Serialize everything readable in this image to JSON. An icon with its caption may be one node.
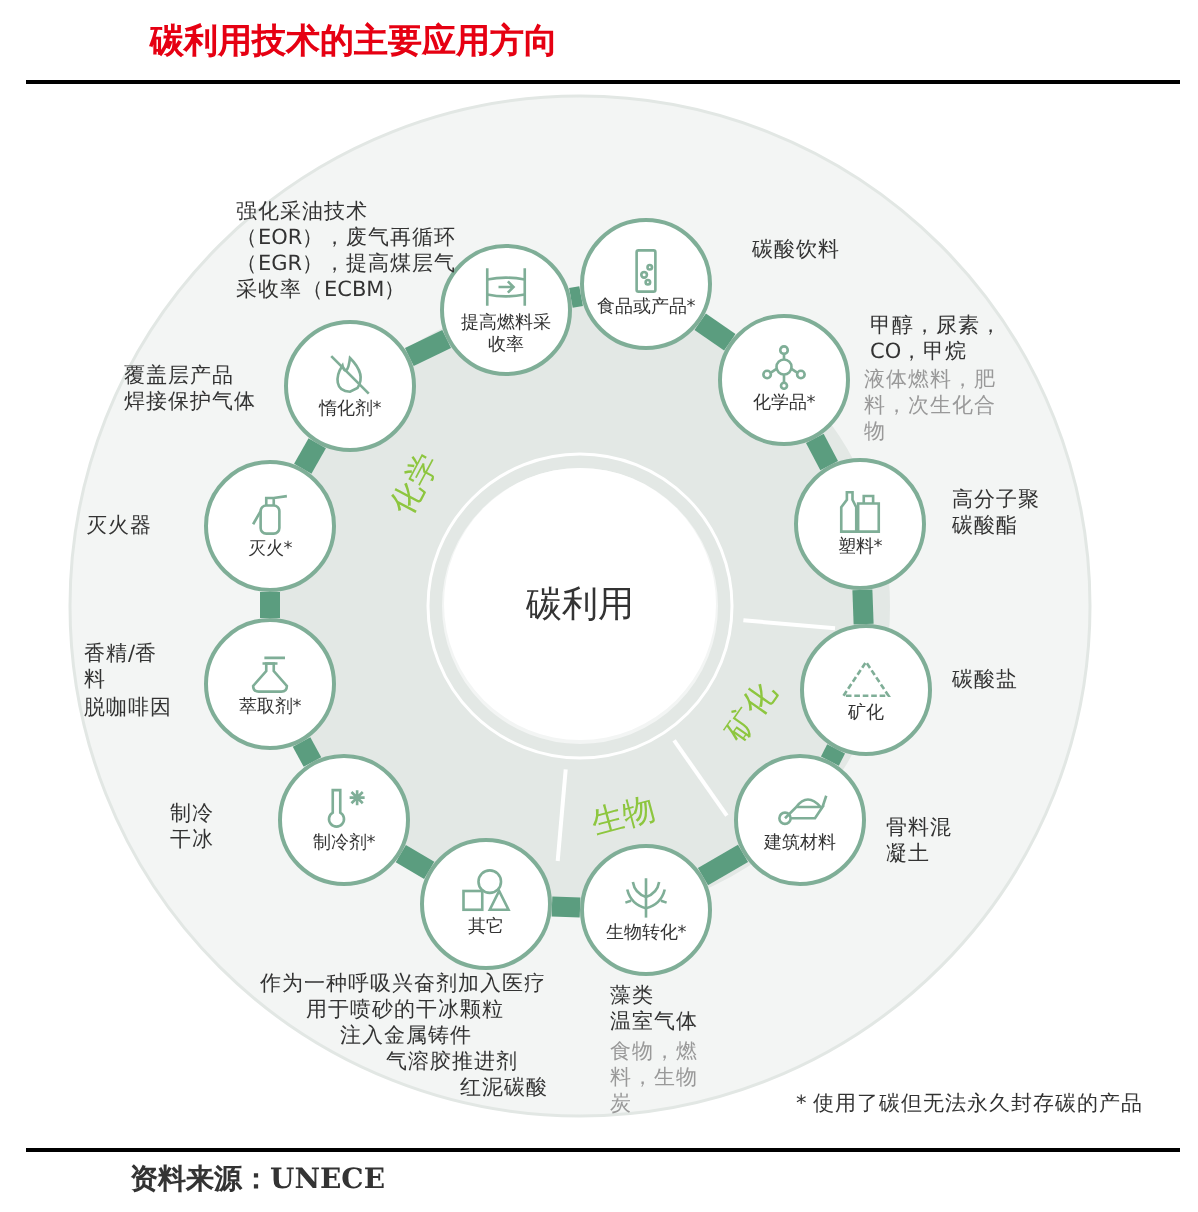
{
  "diagram": {
    "title": "碳利用技术的主要应用方向",
    "caption": "资料来源：UNECE",
    "nodes": [
      {
        "text": [
          "碳利用"
        ]
      },
      {
        "text": [
          "提高燃料采收率"
        ],
        "beside": [
          "强化采油技术（EOR），废气再循环（EGR），提高煤层气采收率（ECBM）"
        ]
      },
      {
        "text": [
          "食品或产品*"
        ],
        "beside": [
          "碳酸饮料"
        ]
      },
      {
        "text": [
          "化学品*"
        ],
        "beside": [
          "甲醇，尿素，CO，甲烷",
          "液体燃料，肥料，次生化合物"
        ]
      },
      {
        "text": [
          "塑料*"
        ],
        "beside": [
          "高分子聚碳酸酯"
        ]
      },
      {
        "text": [
          "矿化"
        ],
        "beside": [
          "碳酸盐"
        ]
      },
      {
        "text": [
          "建筑材料"
        ],
        "beside": [
          "骨料混凝土"
        ]
      },
      {
        "text": [
          "生物转化*"
        ],
        "beside": [
          "藻类",
          "温室气体",
          "食物，燃料，生物炭"
        ]
      },
      {
        "text": [
          "其它"
        ],
        "beside": [
          "作为一种呼吸兴奋剂加入医疗",
          "用于喷砂的干冰颗粒",
          "注入金属铸件",
          "气溶胶推进剂",
          "红泥碳酸"
        ]
      },
      {
        "text": [
          "制冷剂*"
        ],
        "beside": [
          "制冷",
          "干冰"
        ]
      },
      {
        "text": [
          "萃取剂*"
        ],
        "beside": [
          "香精/香料",
          "脱咖啡因"
        ]
      },
      {
        "text": [
          "灭火*"
        ],
        "beside": [
          "灭火器"
        ]
      },
      {
        "text": [
          "惰化剂*"
        ],
        "beside": [
          "覆盖层产品",
          "焊接保护气体"
        ]
      }
    ],
    "edges": [
      {
        "from": 1,
        "to": 2,
        "arrow": "none"
      },
      {
        "from": 2,
        "to": 3,
        "arrow": "none"
      },
      {
        "from": 3,
        "to": 4,
        "arrow": "none"
      },
      {
        "from": 4,
        "to": 5,
        "arrow": "none"
      },
      {
        "from": 5,
        "to": 6,
        "arrow": "none"
      },
      {
        "from": 6,
        "to": 7,
        "arrow": "none"
      },
      {
        "from": 7,
        "to": 8,
        "arrow": "none"
      },
      {
        "from": 8,
        "to": 9,
        "arrow": "none"
      },
      {
        "from": 9,
        "to": 10,
        "arrow": "none"
      },
      {
        "from": 10,
        "to": 11,
        "arrow": "none"
      },
      {
        "from": 11,
        "to": 12,
        "arrow": "none"
      },
      {
        "from": 12,
        "to": 1,
        "arrow": "none"
      }
    ],
    "labels": [
      "化学",
      "矿化",
      "生物",
      "* 使用了碳但无法永久封存碳的产品"
    ]
  }
}
